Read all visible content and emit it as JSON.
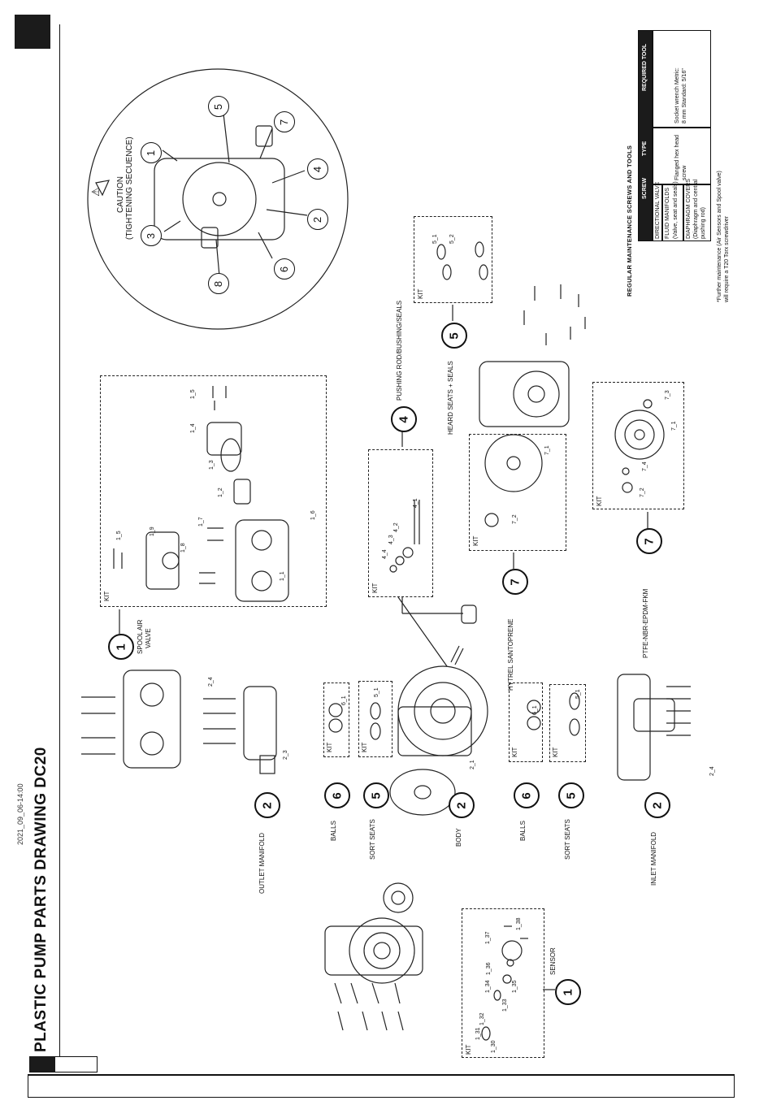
{
  "header": {
    "title": "PLASTIC PUMP PARTS DRAWING DC20",
    "date": "2021_09_06-14:00"
  },
  "assemblies": {
    "sensor": {
      "num": "1",
      "name": "SENSOR",
      "parts": [
        "1_30",
        "1_31",
        "1_32",
        "1_33",
        "1_34",
        "1_35",
        "1_36",
        "1_37",
        "1_38"
      ]
    },
    "outlet_manifold": {
      "num": "2",
      "name": "OUTLET MANIFOLD",
      "parts": [
        "2_3",
        "2_4"
      ]
    },
    "inlet_manifold": {
      "num": "2",
      "name": "INLET MANIFOLD",
      "parts": [
        "2_4"
      ]
    },
    "body": {
      "num": "2",
      "name": "BODY",
      "parts": [
        "2_1"
      ]
    },
    "balls_top": {
      "num": "6",
      "name": "BALLS",
      "parts": [
        "6_1"
      ]
    },
    "balls_bottom": {
      "num": "6",
      "name": "BALLS",
      "parts": [
        "6_1"
      ]
    },
    "sort_seats_top": {
      "num": "5",
      "name": "SORT SEATS",
      "parts": [
        "5_1"
      ]
    },
    "sort_seats_bottom": {
      "num": "5",
      "name": "SORT SEATS",
      "parts": [
        "5_1"
      ]
    },
    "spool_air_valve": {
      "num": "1",
      "name_l1": "SPOOL AIR",
      "name_l2": "VALVE",
      "parts": [
        "1_1",
        "1_2",
        "1_3",
        "1_4",
        "1_5",
        "1_6",
        "1_7",
        "1_8",
        "1_9",
        "1_5"
      ]
    },
    "pushing_rod": {
      "num": "4",
      "name": "PUSHING ROD/BUSHING/SEALS",
      "parts": [
        "4_1",
        "4_2",
        "4_3",
        "4_4"
      ]
    },
    "hytrel": {
      "num": "7",
      "name": "HYTREL SANTOPRENE",
      "parts": [
        "7_1",
        "7_2"
      ]
    },
    "ptfe": {
      "num": "7",
      "name": "PTFE-NBR-EPDM-FKM",
      "parts": [
        "7_1",
        "7_2",
        "7_3",
        "7_4"
      ]
    },
    "heard_seats": {
      "num": "5",
      "name": "HEARD SEATS + SEALS",
      "parts": [
        "5_1",
        "5_2"
      ]
    }
  },
  "kit_label": "KIT",
  "caution": {
    "line1": "CAUTION",
    "line2": "(TIGHTENING SECUENCE)",
    "sequence": [
      "1",
      "2",
      "3",
      "4",
      "5",
      "6",
      "7",
      "8"
    ]
  },
  "maintenance": {
    "title": "REGULAR MAINTENANCE SCREWS AND TOOLS",
    "col1": "SCREW",
    "col2": "TYPE",
    "col3": "REQUIRED TOOL",
    "rows": [
      "DIRECTIONAL VALVE",
      "FLUID MANIFOLDS",
      "(Valve, seat and seals)",
      "DIAPHRAGM COVERS",
      "(Diaphragm and central",
      "pushing rod)"
    ],
    "type": [
      "Flanged hex head",
      "screw"
    ],
    "tool": [
      "Socket wrench Metric:",
      "8 mm Standard: 5/16\""
    ],
    "note1": "*Further maintenance (Air Sensors and Spool valve)",
    "note2": "will require a T20 Torx screwdriver"
  }
}
